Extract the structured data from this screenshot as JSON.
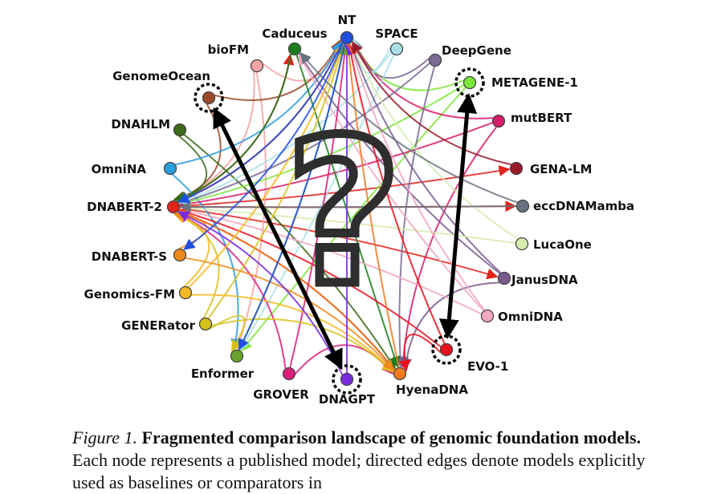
{
  "diagram": {
    "question_mark": "?",
    "nodes": [
      {
        "id": "nt",
        "label": "NT",
        "color": "#1f4fe0"
      },
      {
        "id": "caduceus",
        "label": "Caduceus",
        "color": "#1e7d1e"
      },
      {
        "id": "space",
        "label": "SPACE",
        "color": "#a8e0e6"
      },
      {
        "id": "biofm",
        "label": "bioFM",
        "color": "#f5a3a3"
      },
      {
        "id": "deepgene",
        "label": "DeepGene",
        "color": "#7b6a95"
      },
      {
        "id": "genomeocean",
        "label": "GenomeOcean",
        "color": "#9a4a2a",
        "highlight": true
      },
      {
        "id": "metagene1",
        "label": "METAGENE-1",
        "color": "#7ee83a",
        "highlight": true
      },
      {
        "id": "mutbert",
        "label": "mutBERT",
        "color": "#d81b6a"
      },
      {
        "id": "dnahlm",
        "label": "DNAHLM",
        "color": "#3d6a18"
      },
      {
        "id": "omnina",
        "label": "OmniNA",
        "color": "#2a9ee0"
      },
      {
        "id": "genalm",
        "label": "GENA-LM",
        "color": "#9a1a2a"
      },
      {
        "id": "dnabert2",
        "label": "DNABERT-2",
        "color": "#e0251c"
      },
      {
        "id": "eccdnamamba",
        "label": "eccDNAMamba",
        "color": "#6a7480"
      },
      {
        "id": "lucaone",
        "label": "LucaOne",
        "color": "#d6ecb0"
      },
      {
        "id": "dnaberts",
        "label": "DNABERT-S",
        "color": "#ee8a1a"
      },
      {
        "id": "janusdna",
        "label": "JanusDNA",
        "color": "#7b5a8f"
      },
      {
        "id": "genomicsfm",
        "label": "Genomics-FM",
        "color": "#f5b820"
      },
      {
        "id": "omnidna",
        "label": "OmniDNA",
        "color": "#f2a8c0"
      },
      {
        "id": "generator",
        "label": "GENERator",
        "color": "#d6c21a"
      },
      {
        "id": "evo1",
        "label": "EVO-1",
        "color": "#e8101a",
        "highlight": true
      },
      {
        "id": "enformer",
        "label": "Enformer",
        "color": "#6aa030"
      },
      {
        "id": "grover",
        "label": "GROVER",
        "color": "#d8207a"
      },
      {
        "id": "dnagpt",
        "label": "DNAGPT",
        "color": "#7a2ae0",
        "highlight": true
      },
      {
        "id": "hyenadna",
        "label": "HyenaDNA",
        "color": "#f07a20"
      }
    ],
    "edges": [
      {
        "from": "dnabert2",
        "to": "nt"
      },
      {
        "from": "dnabert2",
        "to": "caduceus"
      },
      {
        "from": "dnabert2",
        "to": "eccdnamamba"
      },
      {
        "from": "dnabert2",
        "to": "hyenadna"
      },
      {
        "from": "dnabert2",
        "to": "genalm"
      },
      {
        "from": "dnabert2",
        "to": "janusdna"
      },
      {
        "from": "biofm",
        "to": "dnabert2"
      },
      {
        "from": "biofm",
        "to": "enformer"
      },
      {
        "from": "biofm",
        "to": "nt"
      },
      {
        "from": "genomeocean",
        "to": "dnabert2"
      },
      {
        "from": "genomeocean",
        "to": "nt"
      },
      {
        "from": "dnahlm",
        "to": "dnabert2"
      },
      {
        "from": "dnahlm",
        "to": "hyenadna"
      },
      {
        "from": "omnina",
        "to": "enformer"
      },
      {
        "from": "omnina",
        "to": "nt"
      },
      {
        "from": "metagene1",
        "to": "dnabert2"
      },
      {
        "from": "metagene1",
        "to": "enformer"
      },
      {
        "from": "metagene1",
        "to": "nt"
      },
      {
        "from": "mutbert",
        "to": "dnabert2"
      },
      {
        "from": "mutbert",
        "to": "hyenadna"
      },
      {
        "from": "mutbert",
        "to": "nt"
      },
      {
        "from": "deepgene",
        "to": "nt"
      },
      {
        "from": "deepgene",
        "to": "dnabert2"
      },
      {
        "from": "deepgene",
        "to": "hyenadna"
      },
      {
        "from": "space",
        "to": "nt"
      },
      {
        "from": "space",
        "to": "enformer"
      },
      {
        "from": "space",
        "to": "dnabert2"
      },
      {
        "from": "caduceus",
        "to": "hyenadna"
      },
      {
        "from": "caduceus",
        "to": "dnabert2"
      },
      {
        "from": "janusdna",
        "to": "caduceus"
      },
      {
        "from": "janusdna",
        "to": "hyenadna"
      },
      {
        "from": "janusdna",
        "to": "nt"
      },
      {
        "from": "lucaone",
        "to": "dnabert2"
      },
      {
        "from": "lucaone",
        "to": "nt"
      },
      {
        "from": "omnidna",
        "to": "dnabert2"
      },
      {
        "from": "omnidna",
        "to": "nt"
      },
      {
        "from": "omnidna",
        "to": "caduceus"
      },
      {
        "from": "evo1",
        "to": "hyenadna"
      },
      {
        "from": "evo1",
        "to": "nt"
      },
      {
        "from": "evo1",
        "to": "dnabert2"
      },
      {
        "from": "hyenadna",
        "to": "nt"
      },
      {
        "from": "hyenadna",
        "to": "dnabert2"
      },
      {
        "from": "grover",
        "to": "dnabert2"
      },
      {
        "from": "grover",
        "to": "nt"
      },
      {
        "from": "grover",
        "to": "hyenadna"
      },
      {
        "from": "generator",
        "to": "enformer"
      },
      {
        "from": "generator",
        "to": "nt"
      },
      {
        "from": "generator",
        "to": "hyenadna"
      },
      {
        "from": "generator",
        "to": "dnabert2"
      },
      {
        "from": "genomicsfm",
        "to": "dnabert2"
      },
      {
        "from": "genomicsfm",
        "to": "nt"
      },
      {
        "from": "genomicsfm",
        "to": "hyenadna"
      },
      {
        "from": "dnaberts",
        "to": "dnabert2"
      },
      {
        "from": "dnaberts",
        "to": "hyenadna"
      },
      {
        "from": "dnagpt",
        "to": "nt"
      },
      {
        "from": "dnagpt",
        "to": "dnabert2"
      },
      {
        "from": "enformer",
        "to": "nt"
      },
      {
        "from": "eccdnamamba",
        "to": "dnabert2"
      },
      {
        "from": "eccdnamamba",
        "to": "caduceus"
      },
      {
        "from": "genalm",
        "to": "nt"
      },
      {
        "from": "nt",
        "to": "dnabert2"
      },
      {
        "from": "nt",
        "to": "enformer"
      },
      {
        "from": "nt",
        "to": "dnaberts"
      }
    ],
    "highlight_arrows": [
      {
        "from": "genomeocean",
        "to": "dnagpt",
        "bidirectional": true
      },
      {
        "from": "metagene1",
        "to": "evo1",
        "bidirectional": true
      }
    ]
  },
  "caption": {
    "figure_label": "Figure 1.",
    "bold_text": "Fragmented comparison landscape of genomic foundation models.",
    "body_text": "Each node represents a published model; directed edges denote models explicitly used as baselines or comparators in"
  }
}
